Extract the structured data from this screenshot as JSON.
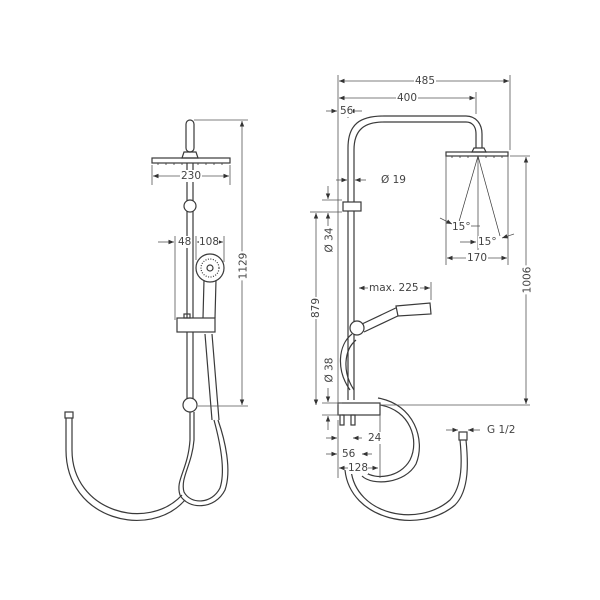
{
  "drawing": {
    "subject": "Shower system technical dimension drawing",
    "line_color": "#3a3a3a",
    "dim_color": "#555555",
    "background": "#ffffff"
  },
  "front_view": {
    "overhead_width": "230",
    "handshower_offset": "48",
    "handshower_diameter": "108",
    "total_height": "1129"
  },
  "side_view": {
    "overall_projection": "485",
    "arm_projection": "400",
    "wall_offset": "56",
    "pipe_diameter": "Ø 19",
    "slider_diameter": "Ø 34",
    "mixer_diameter": "Ø 38",
    "slider_height": "879",
    "handshower_reach": "max. 225",
    "spray_angle_left": "15°",
    "spray_angle_right": "15°",
    "overhead_depth": "170",
    "overhead_height": "1006",
    "inlet_spacing": "24",
    "inlet_offset": "56",
    "hose_loop": "128",
    "connection_thread": "G 1/2"
  }
}
